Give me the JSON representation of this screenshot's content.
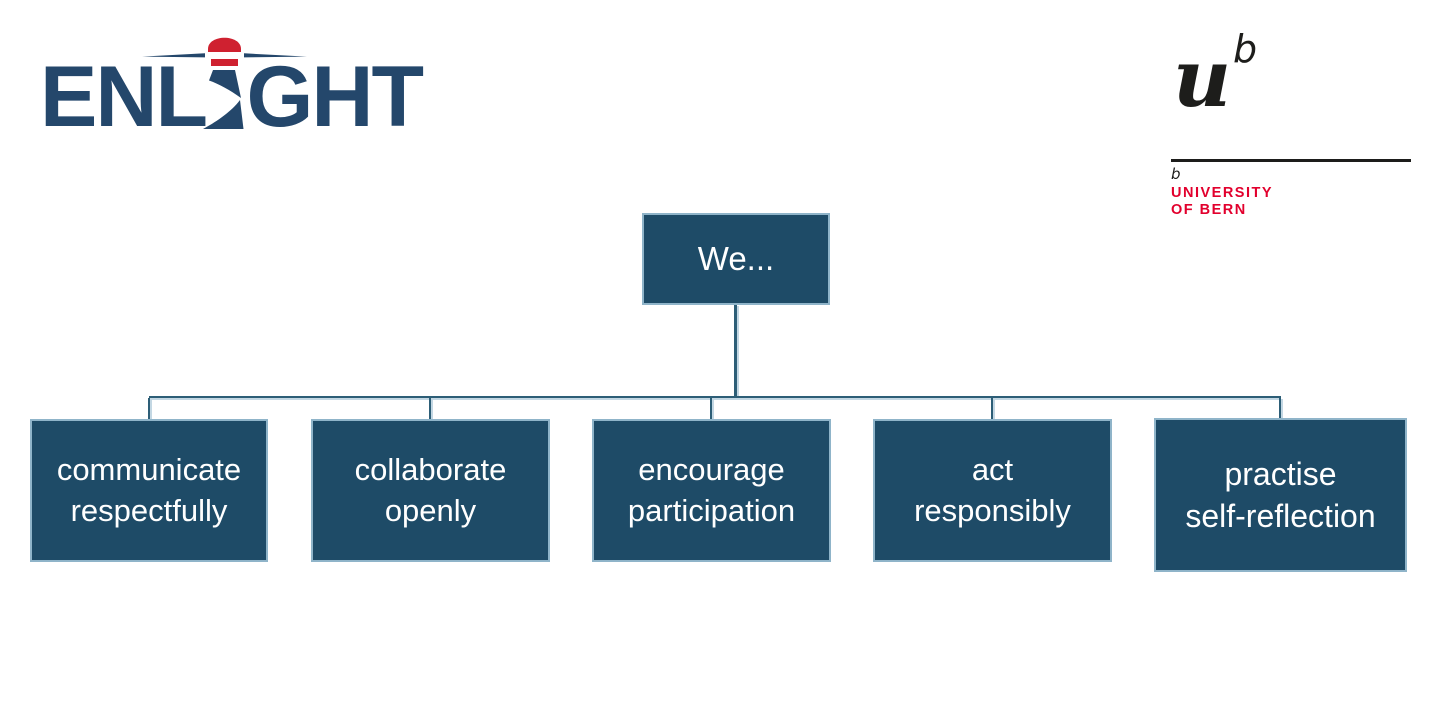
{
  "slide": {
    "background": "#ffffff"
  },
  "enlight_logo": {
    "text_left": "ENL",
    "text_right": "GHT",
    "icon": "lighthouse-icon",
    "navy": "#24476b",
    "red": "#cf2130"
  },
  "unibe_logo": {
    "u_mark": "u",
    "superscript_b": "b",
    "small_b": "b",
    "name_line1": "UNIVERSITY",
    "name_line2": "OF BERN",
    "black": "#1d1d1b",
    "red": "#e2002d"
  },
  "diagram": {
    "type": "org-chart",
    "root": {
      "label": "We..."
    },
    "children": [
      {
        "label": "communicate respectfully",
        "lines": [
          "communicate",
          "respectfully"
        ]
      },
      {
        "label": "collaborate openly",
        "lines": [
          "collaborate",
          "openly"
        ]
      },
      {
        "label": "encourage participation",
        "lines": [
          "encourage",
          "participation"
        ]
      },
      {
        "label": "act responsibly",
        "lines": [
          "act",
          "responsibly"
        ]
      },
      {
        "label": "practise self-reflection",
        "lines": [
          "practise",
          "self-reflection"
        ]
      }
    ],
    "box_fill": "#1e4b67",
    "box_border": "#8fb4c9",
    "line_color": "#2d5e77",
    "line_shadow": "#c3d7e3",
    "text_color": "#ffffff"
  }
}
